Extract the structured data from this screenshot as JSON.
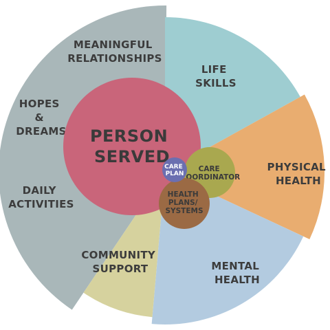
{
  "segments": [
    {
      "id": "life-skills",
      "lines": [
        "LIFE",
        "SKILLS"
      ],
      "color": "#9ecdd1"
    },
    {
      "id": "physical-health",
      "lines": [
        "PHYSICAL",
        "HEALTH"
      ],
      "color": "#e9ad70"
    },
    {
      "id": "mental-health",
      "lines": [
        "MENTAL",
        "HEALTH"
      ],
      "color": "#b3cbe0"
    },
    {
      "id": "community-support",
      "lines": [
        "COMMUNITY",
        "SUPPORT"
      ],
      "color": "#d6d29e"
    },
    {
      "id": "left-area",
      "lines": [],
      "color": "#a9b7b9"
    }
  ],
  "left_labels": {
    "meaningful": [
      "MEANINGFUL",
      "RELATIONSHIPS"
    ],
    "hopes": [
      "HOPES",
      "&",
      "DREAMS"
    ],
    "daily": [
      "DAILY",
      "ACTIVITIES"
    ]
  },
  "center": {
    "lines": [
      "PERSON",
      "SERVED"
    ],
    "color": "#c9657a"
  },
  "care_plan": {
    "lines": [
      "CARE",
      "PLAN"
    ],
    "color": "#6b6fb0"
  },
  "care_coordinator": {
    "lines": [
      "CARE",
      "COORDINATOR"
    ],
    "color": "#a9a84f"
  },
  "health_plans": {
    "lines": [
      "HEALTH",
      "PLANS/",
      "SYSTEMS"
    ],
    "color": "#9b6a44"
  }
}
